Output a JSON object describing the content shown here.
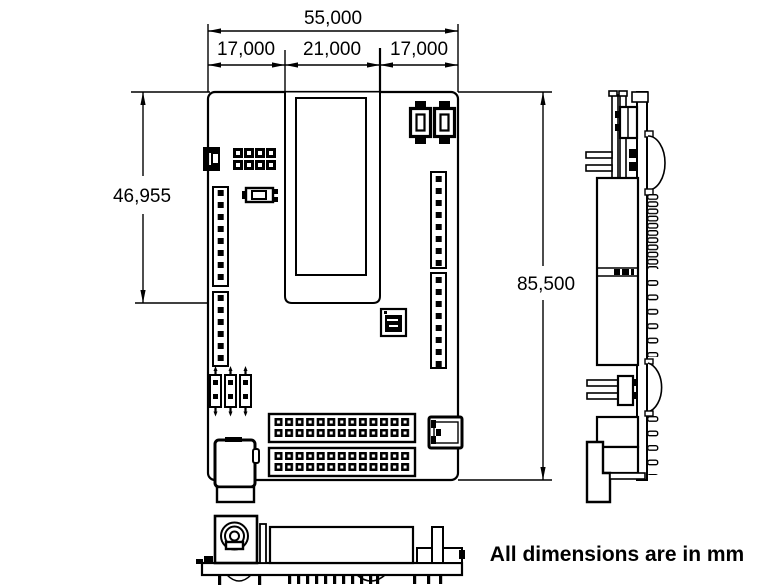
{
  "drawing": {
    "note": "All dimensions are in mm",
    "dimensions": {
      "board_width_total": "55,000",
      "board_width_left": "17,000",
      "board_width_center": "21,000",
      "board_width_right": "17,000",
      "slot_height": "46,955",
      "board_height_total": "85,500"
    },
    "colors": {
      "line": "#000000",
      "background": "#ffffff"
    }
  }
}
